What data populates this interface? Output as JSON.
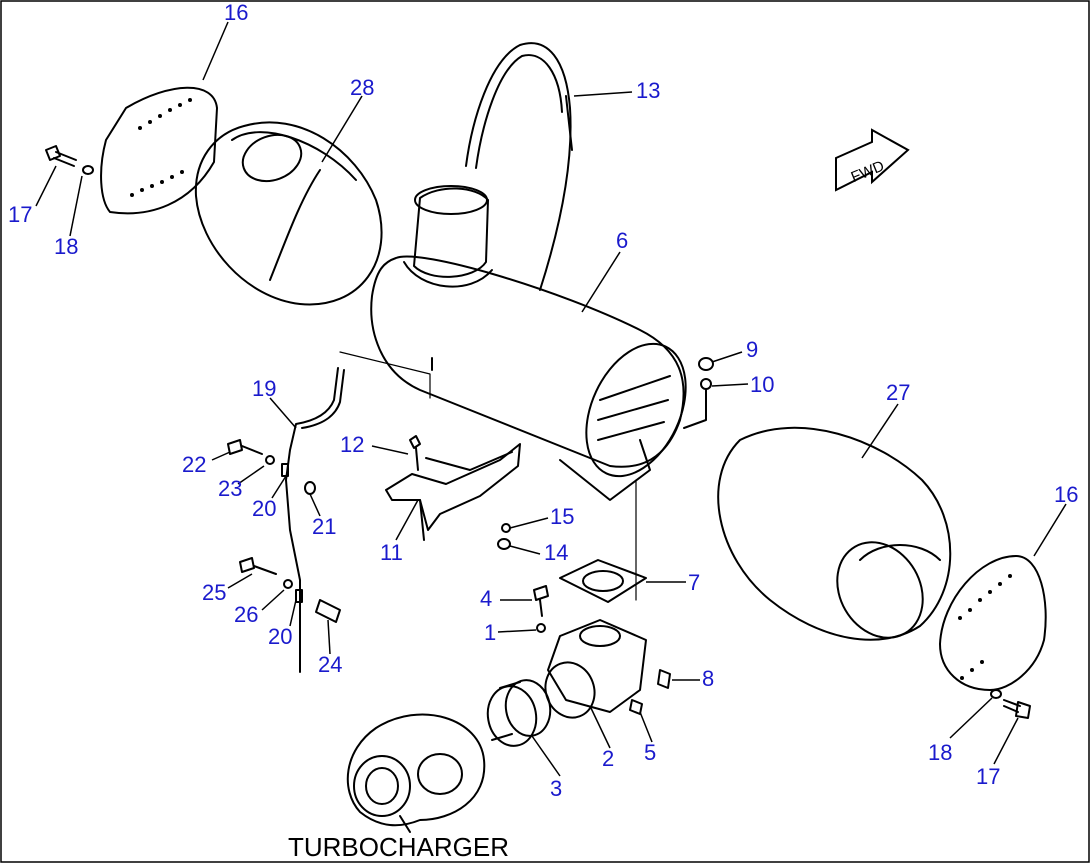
{
  "colors": {
    "callout": "#1a1acc",
    "line": "#000000",
    "background": "#ffffff"
  },
  "caption": "TURBOCHARGER",
  "direction_marker": "FWD",
  "callouts": [
    {
      "id": "c16a",
      "label": "16"
    },
    {
      "id": "c28",
      "label": "28"
    },
    {
      "id": "c13",
      "label": "13"
    },
    {
      "id": "c17a",
      "label": "17"
    },
    {
      "id": "c18a",
      "label": "18"
    },
    {
      "id": "c6",
      "label": "6"
    },
    {
      "id": "c9",
      "label": "9"
    },
    {
      "id": "c10",
      "label": "10"
    },
    {
      "id": "c27",
      "label": "27"
    },
    {
      "id": "c19",
      "label": "19"
    },
    {
      "id": "c12",
      "label": "12"
    },
    {
      "id": "c22",
      "label": "22"
    },
    {
      "id": "c23",
      "label": "23"
    },
    {
      "id": "c20a",
      "label": "20"
    },
    {
      "id": "c21",
      "label": "21"
    },
    {
      "id": "c11",
      "label": "11"
    },
    {
      "id": "c15",
      "label": "15"
    },
    {
      "id": "c14",
      "label": "14"
    },
    {
      "id": "c16b",
      "label": "16"
    },
    {
      "id": "c7",
      "label": "7"
    },
    {
      "id": "c4",
      "label": "4"
    },
    {
      "id": "c1",
      "label": "1"
    },
    {
      "id": "c25",
      "label": "25"
    },
    {
      "id": "c26",
      "label": "26"
    },
    {
      "id": "c20b",
      "label": "20"
    },
    {
      "id": "c24",
      "label": "24"
    },
    {
      "id": "c8",
      "label": "8"
    },
    {
      "id": "c5",
      "label": "5"
    },
    {
      "id": "c2",
      "label": "2"
    },
    {
      "id": "c3",
      "label": "3"
    },
    {
      "id": "c18b",
      "label": "18"
    },
    {
      "id": "c17b",
      "label": "17"
    }
  ]
}
